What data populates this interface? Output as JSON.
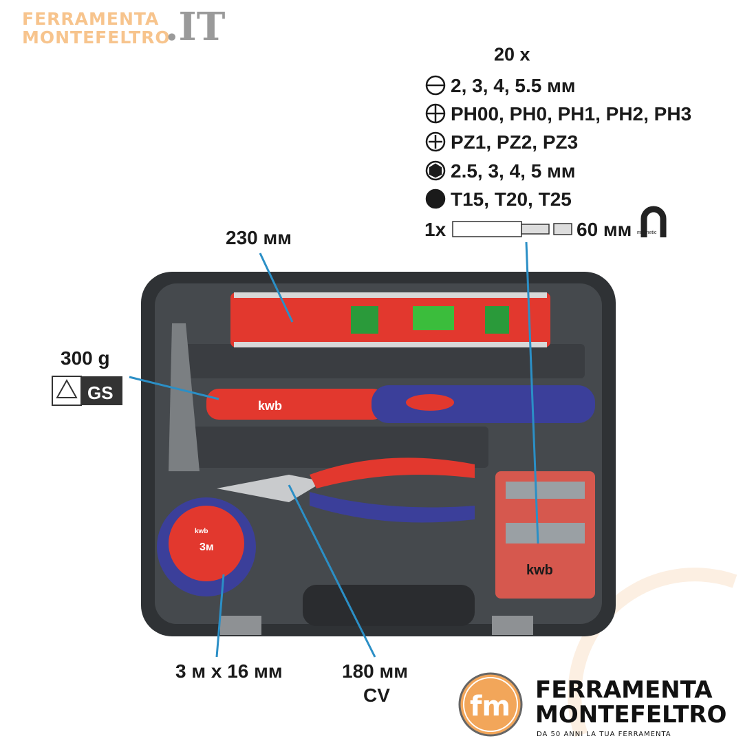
{
  "logo_top": {
    "line1": "FERRAMENTA",
    "line2": "MONTEFELTRO",
    "suffix": ".IT"
  },
  "bits": {
    "count": "20 x",
    "rows": [
      {
        "icon": "slotted-icon",
        "text": "2, 3, 4, 5.5 мм"
      },
      {
        "icon": "phillips-icon",
        "text": "PH00, PH0, PH1, PH2, PH3"
      },
      {
        "icon": "pozidriv-icon",
        "text": "PZ1, PZ2, PZ3"
      },
      {
        "icon": "hex-icon",
        "text": "2.5, 3, 4, 5 мм"
      },
      {
        "icon": "torx-icon",
        "text": "T15, T20, T25"
      }
    ],
    "holder_count": "1x",
    "holder_length": "60 мм",
    "magnetic": "magnetic"
  },
  "level": {
    "length": "230 мм"
  },
  "hammer": {
    "weight": "300 g",
    "brand": "kwb"
  },
  "tape": {
    "size": "3 м x 16 мм",
    "face": "3м",
    "brand": "kwb"
  },
  "pliers": {
    "length": "180 мм",
    "material": "CV"
  },
  "bitbox": {
    "brand": "kwb"
  },
  "brand_logo": {
    "mark": "fm",
    "line1": "FERRAMENTA",
    "line2": "MONTEFELTRO",
    "tagline": "DA 50 ANNI LA TUA FERRAMENTA"
  },
  "colors": {
    "accent": "#f2a65a",
    "leader": "#2b8fc6",
    "case": "#3a3d40",
    "red": "#e2382e",
    "blue": "#3b3f9a"
  }
}
